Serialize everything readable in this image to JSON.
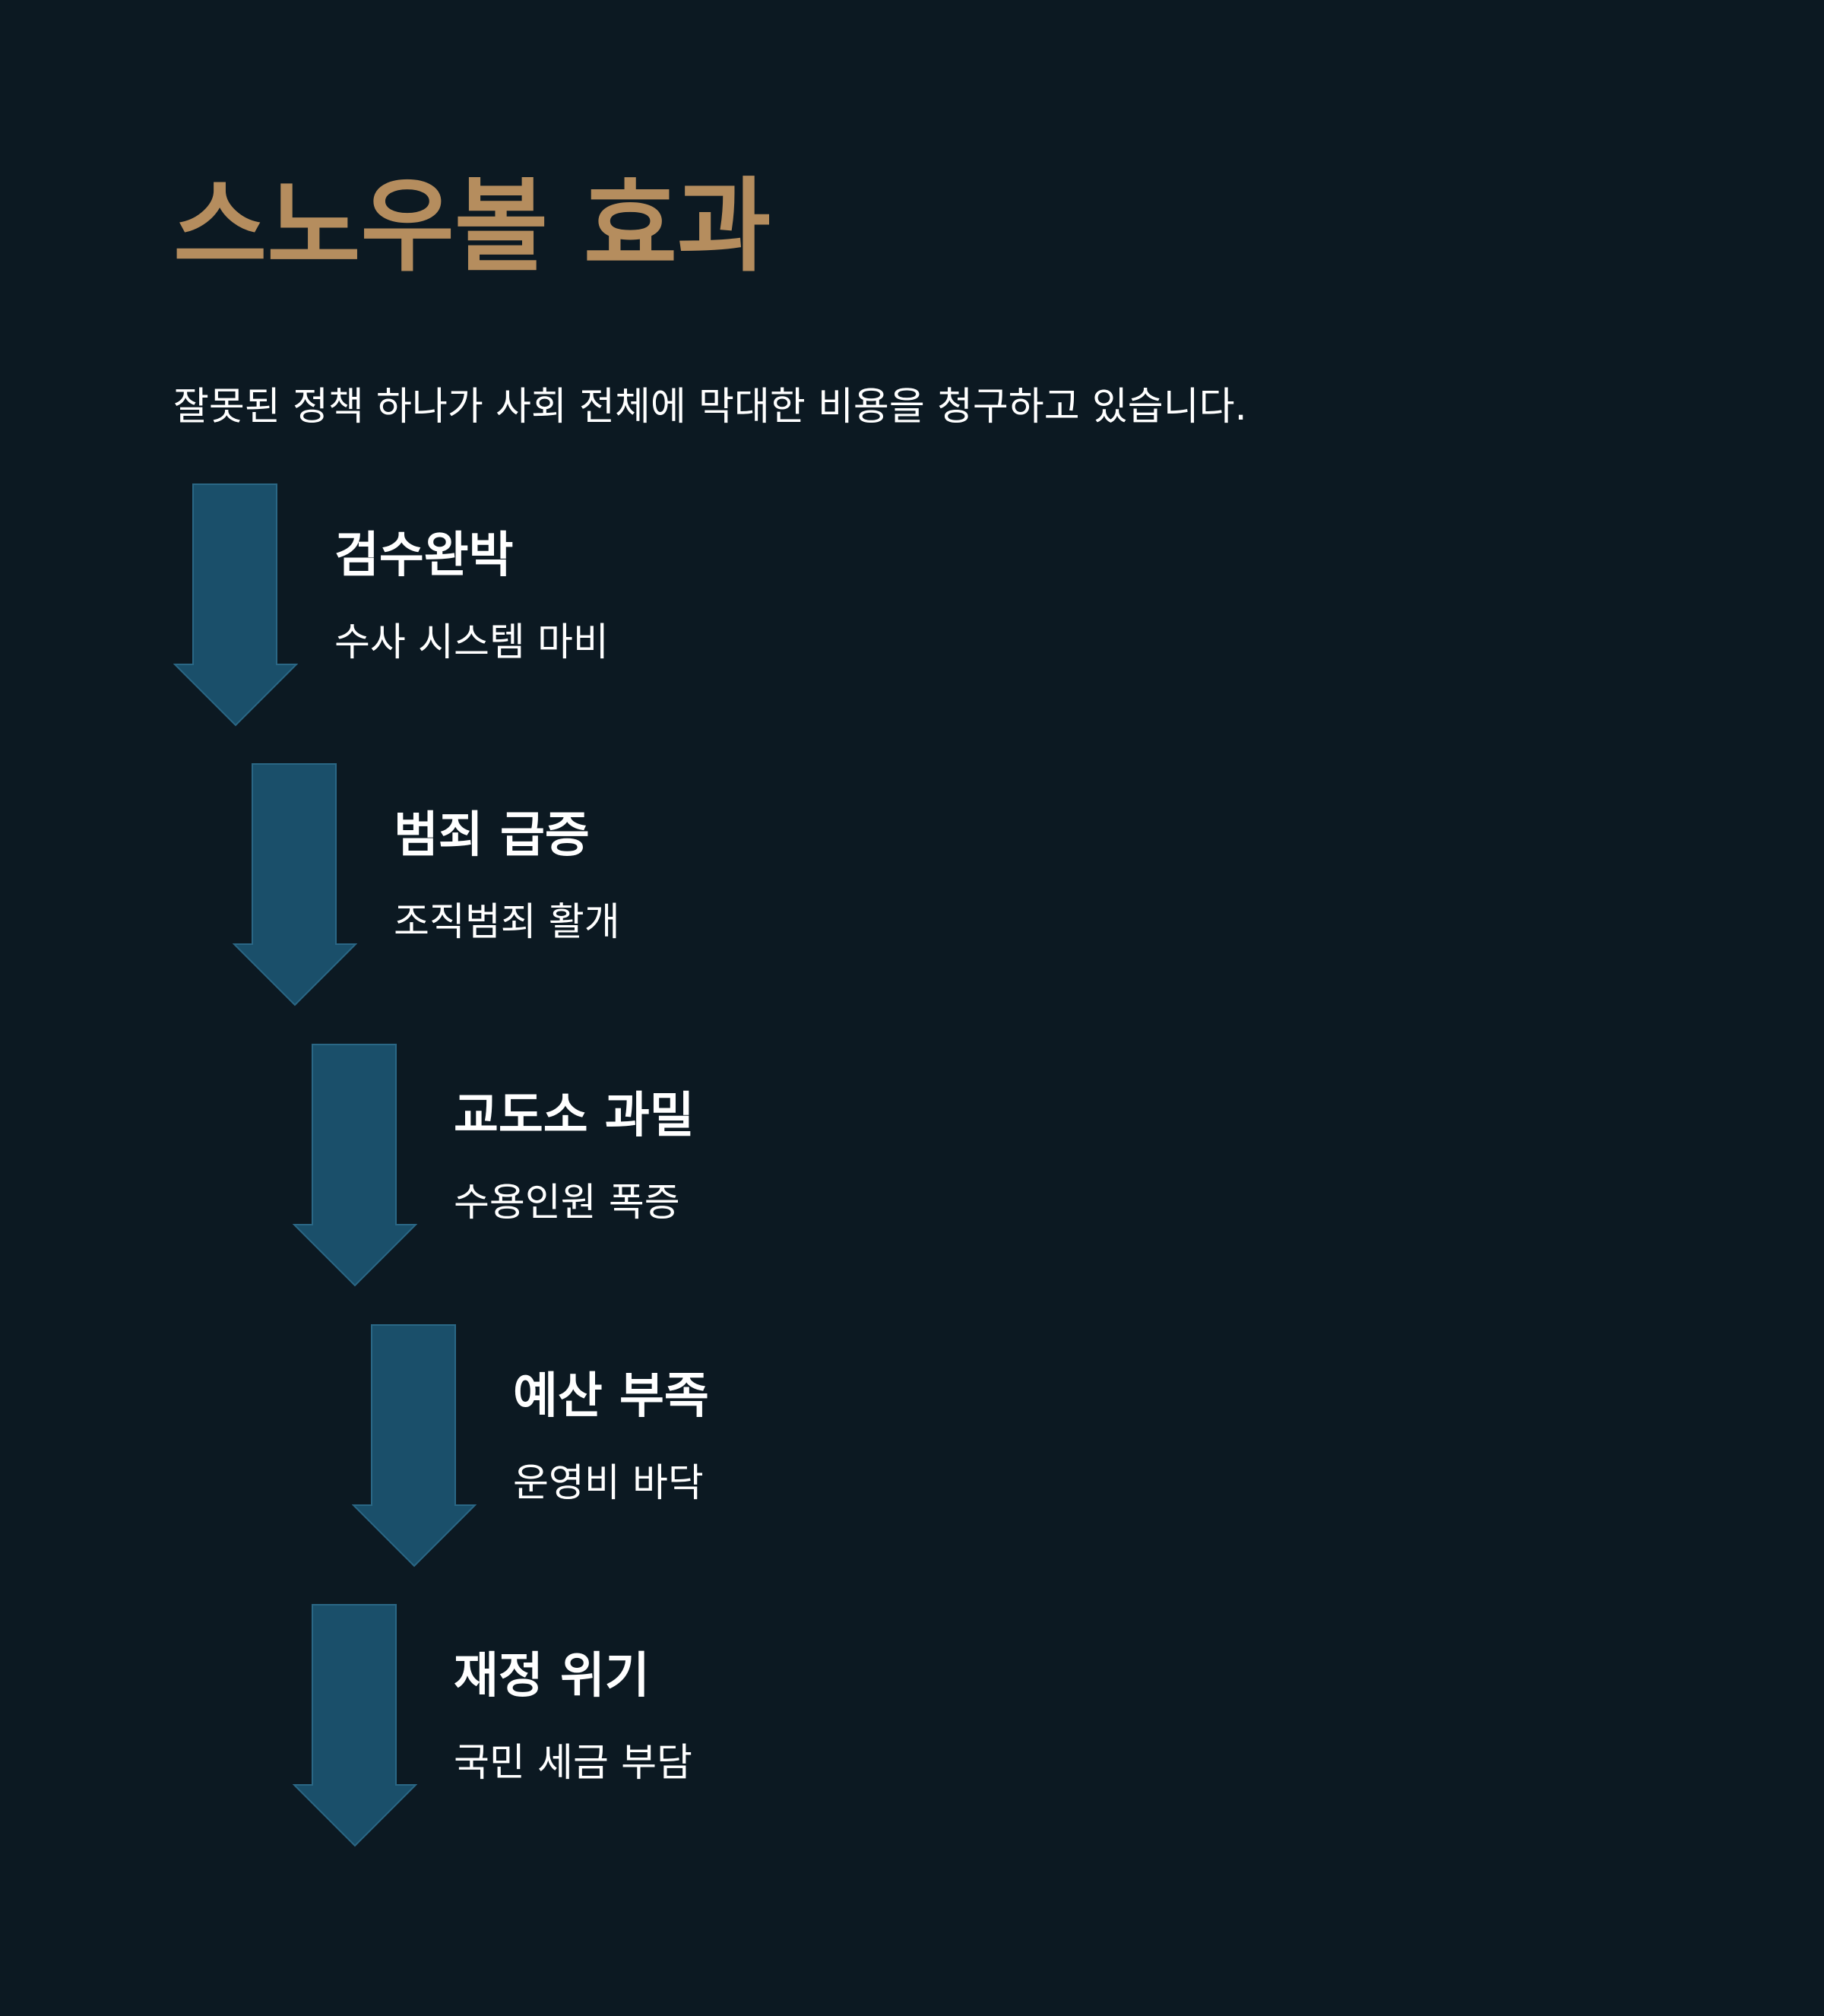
{
  "header": {
    "title": "스노우볼 효과",
    "subtitle": "잘못된 정책 하나가 사회 전체에 막대한 비용을 청구하고 있습니다."
  },
  "steps": [
    {
      "title": "검수완박",
      "description": "수사 시스템 마비"
    },
    {
      "title": "범죄 급증",
      "description": "조직범죄 활개"
    },
    {
      "title": "교도소 과밀",
      "description": "수용인원 폭증"
    },
    {
      "title": "예산 부족",
      "description": "운영비 바닥"
    },
    {
      "title": "재정 위기",
      "description": "국민 세금 부담"
    }
  ],
  "colors": {
    "background": "#0c1922",
    "title": "#b58d5e",
    "text": "#ffffff",
    "arrow_fill": "#1a4f6a",
    "arrow_stroke": "#2a6785"
  }
}
